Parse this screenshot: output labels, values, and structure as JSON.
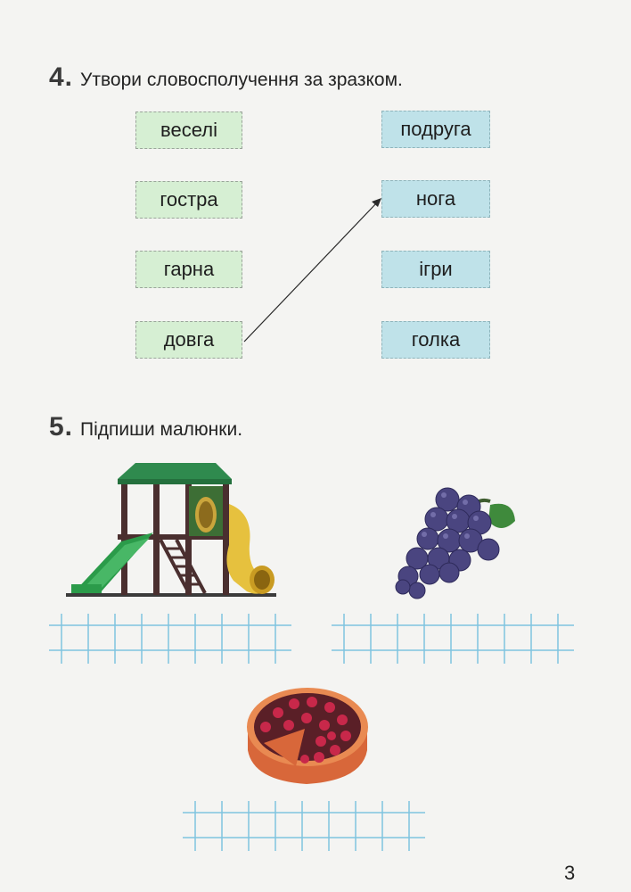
{
  "task4": {
    "number": "4.",
    "instruction": "Утвори словосполучення за зразком.",
    "left_words": [
      "веселі",
      "гостра",
      "гарна",
      "довга"
    ],
    "right_words": [
      "подруга",
      "нога",
      "ігри",
      "голка"
    ],
    "example": {
      "from": "довга",
      "to": "нога"
    }
  },
  "task5": {
    "number": "5.",
    "instruction": "Підпиши малюнки.",
    "pictures": [
      "playground-icon",
      "grapes-icon",
      "cake-icon"
    ]
  },
  "page_number": "3",
  "colors": {
    "left_box": "#d6efd3",
    "right_box": "#bfe2e9",
    "grid_lines": "#7ec4e0"
  }
}
